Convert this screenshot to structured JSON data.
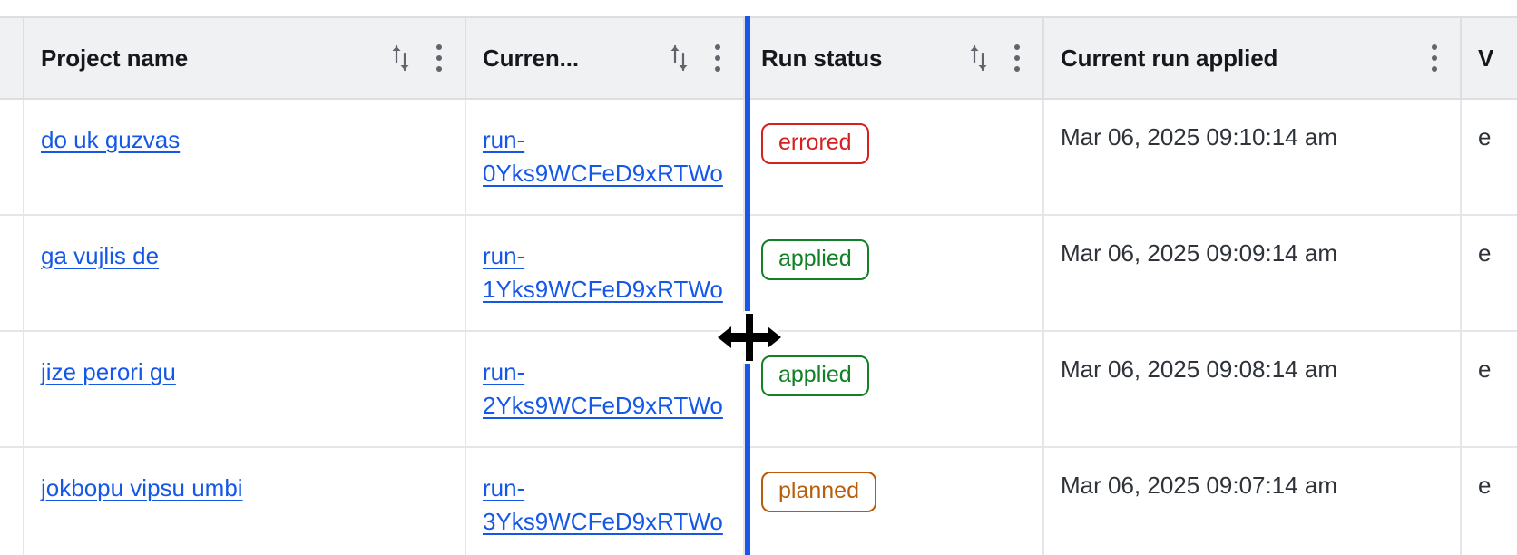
{
  "table": {
    "columns": [
      {
        "key": "spacer_left",
        "label": "",
        "has_sort": false,
        "has_menu": false
      },
      {
        "key": "project_name",
        "label": "Project name",
        "has_sort": true,
        "has_menu": true
      },
      {
        "key": "current_run",
        "label": "Curren...",
        "has_sort": true,
        "has_menu": true
      },
      {
        "key": "run_status",
        "label": "Run status",
        "has_sort": true,
        "has_menu": true
      },
      {
        "key": "current_run_applied",
        "label": "Current run applied",
        "has_sort": false,
        "has_menu": true
      },
      {
        "key": "truncated_right",
        "label": "V",
        "has_sort": false,
        "has_menu": false
      }
    ],
    "rows": [
      {
        "project_name": "do uk guzvas",
        "current_run": "run-0Yks9WCFeD9xRTWo",
        "run_status": "errored",
        "run_status_color": "#d61f1f",
        "current_run_applied": "Mar 06, 2025 09:10:14 am",
        "truncated_right": "e"
      },
      {
        "project_name": "ga vujlis de",
        "current_run": "run-1Yks9WCFeD9xRTWo",
        "run_status": "applied",
        "run_status_color": "#128026",
        "current_run_applied": "Mar 06, 2025 09:09:14 am",
        "truncated_right": "e"
      },
      {
        "project_name": "jize perori gu",
        "current_run": "run-2Yks9WCFeD9xRTWo",
        "run_status": "applied",
        "run_status_color": "#128026",
        "current_run_applied": "Mar 06, 2025 09:08:14 am",
        "truncated_right": "e"
      },
      {
        "project_name": "jokbopu vipsu umbi",
        "current_run": "run-3Yks9WCFeD9xRTWo",
        "run_status": "planned",
        "run_status_color": "#b85c0a",
        "current_run_applied": "Mar 06, 2025 09:07:14 am",
        "truncated_right": "e"
      }
    ]
  },
  "interaction": {
    "resize_line_color": "#1a56e8",
    "cursor": "col-resize-cursor",
    "resizing_column": "Curren..."
  },
  "icons": {
    "sort": "sort-arrows-icon",
    "menu": "kebab-menu-icon"
  },
  "colors": {
    "link": "#1558e8",
    "header_bg": "#f0f1f3",
    "border": "#dcdee1",
    "row_border": "#e4e6e9",
    "text": "#2b2f36"
  }
}
